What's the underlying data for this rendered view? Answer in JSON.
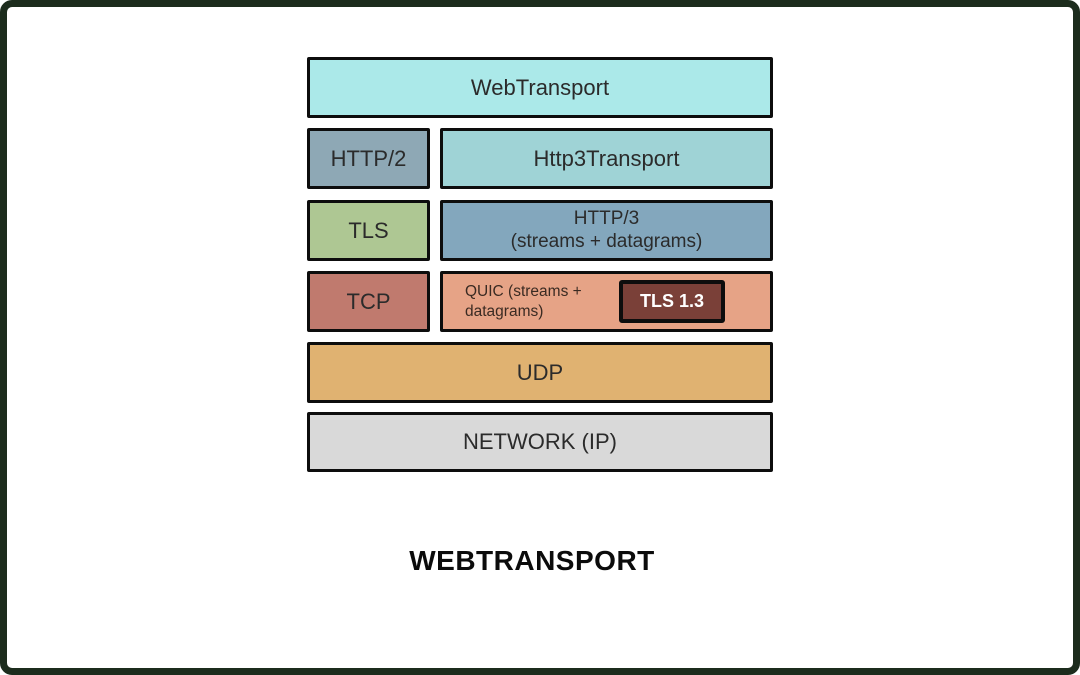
{
  "frame": {
    "border_color": "#1c2c1d",
    "background": "#ffffff"
  },
  "diagram": {
    "caption": "WEBTRANSPORT",
    "boxes": {
      "webtransport": {
        "label": "WebTransport",
        "fill": "#abe9e9",
        "text_color": "#2b2b2b"
      },
      "http2": {
        "label": "HTTP/2",
        "fill": "#8ea8b5",
        "text_color": "#252525"
      },
      "http3transport": {
        "label": "Http3Transport",
        "fill": "#9fd3d6",
        "text_color": "#2b2b2b"
      },
      "tls": {
        "label": "TLS",
        "fill": "#aec793",
        "text_color": "#2e2e2e"
      },
      "http3": {
        "line1": "HTTP/3",
        "line2": "(streams + datagrams)",
        "fill": "#83a7bd",
        "text_color": "#28323a"
      },
      "tcp": {
        "label": "TCP",
        "fill": "#c07a6e",
        "text_color": "#33201c"
      },
      "quic": {
        "line1": "QUIC (streams +",
        "line2": "datagrams)",
        "fill": "#e6a386",
        "text_color": "#3a2a22"
      },
      "tls13": {
        "label": "TLS 1.3",
        "fill": "#7a4038",
        "text_color": "#ffffff"
      },
      "udp": {
        "label": "UDP",
        "fill": "#e0b271",
        "text_color": "#2e2e2e"
      },
      "network": {
        "label": "NETWORK (IP)",
        "fill": "#d9d9d9",
        "text_color": "#2b2b2b"
      }
    }
  }
}
